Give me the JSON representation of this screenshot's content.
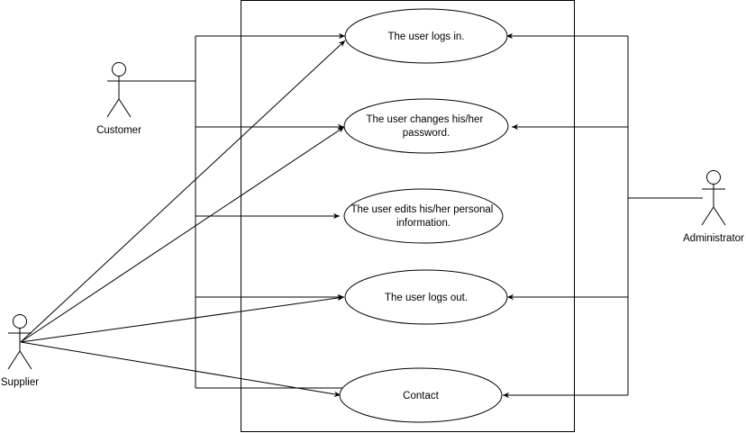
{
  "actors": {
    "customer": "Customer",
    "supplier": "Supplier",
    "administrator": "Administrator"
  },
  "use_cases": {
    "logs_in": [
      "The user logs in."
    ],
    "changes_password": [
      "The user changes his/her",
      "password."
    ],
    "edits_info": [
      "The user edits his/her personal",
      "information."
    ],
    "logs_out": [
      "The user logs out."
    ],
    "contact": [
      "Contact"
    ]
  },
  "colors": {
    "line": "#000000",
    "background": "#ffffff"
  }
}
